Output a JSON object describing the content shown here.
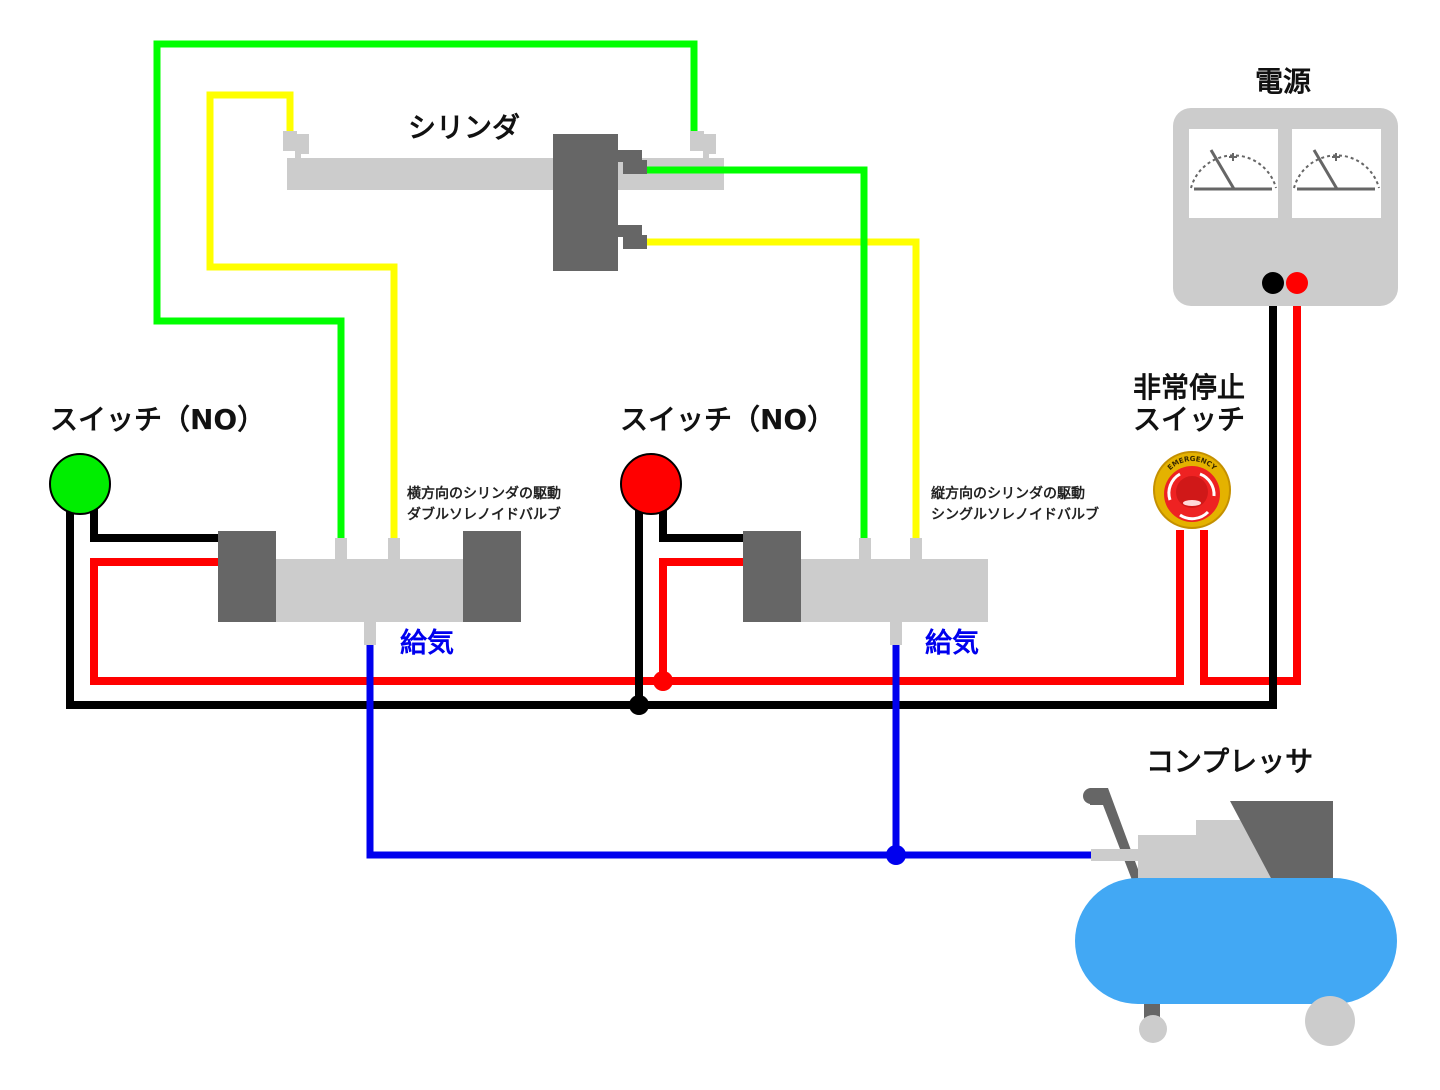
{
  "title": "空気圧シリンダ制御回路",
  "labels": {
    "cylinder": "シリンダ",
    "power_supply": "電源",
    "switch_left": "スイッチ（NO）",
    "switch_right": "スイッチ（NO）",
    "emergency_line1": "非常停止",
    "emergency_line2": "スイッチ",
    "valve_left_line1": "横方向のシリンダの駆動",
    "valve_left_line2": "ダブルソレノイドバルブ",
    "valve_right_line1": "縦方向のシリンダの駆動",
    "valve_right_line2": "シングルソレノイドバルブ",
    "air_supply_left": "給気",
    "air_supply_right": "給気",
    "compressor": "コンプレッサ",
    "emergency_badge": "EMERGENCY"
  },
  "components": {
    "switch_left": {
      "type": "push-button",
      "color": "#00ee00"
    },
    "switch_right": {
      "type": "push-button",
      "color": "#ff0000"
    },
    "valve_left": {
      "type": "double-solenoid-valve",
      "solenoids": 2
    },
    "valve_right": {
      "type": "single-solenoid-valve",
      "solenoids": 1
    },
    "power_supply": {
      "meters": 2,
      "terminals": [
        "negative",
        "positive"
      ]
    },
    "compressor": {
      "tank_color": "#42a8f4"
    }
  },
  "colors": {
    "wire_black": "#000000",
    "wire_red": "#ff0000",
    "tube_green": "#00ff00",
    "tube_yellow": "#ffff00",
    "tube_blue": "#0000ee",
    "body_gray": "#cccccc",
    "dark_gray": "#666666"
  }
}
